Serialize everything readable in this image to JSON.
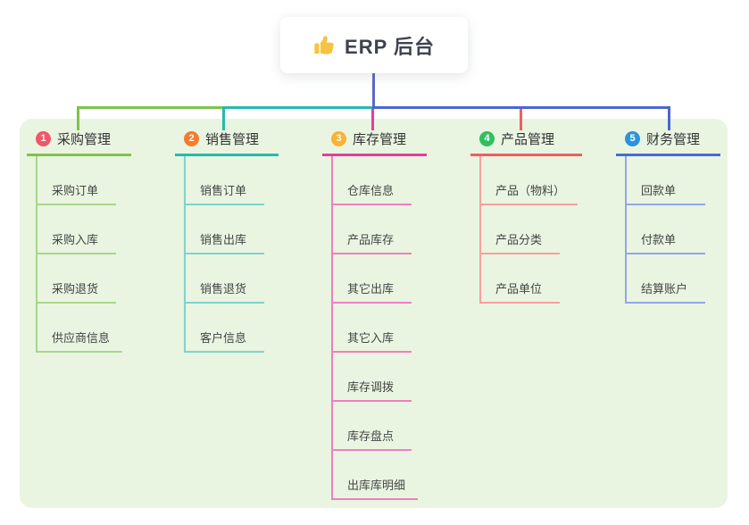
{
  "root": {
    "label": "ERP 后台",
    "icon": "thumbs-up-icon"
  },
  "canvas": {
    "background": "#ffffff",
    "panel_background": "#e9f5e1"
  },
  "connector_colors": {
    "root_drop": "#5b67c8",
    "bus_right": "#4b66d2"
  },
  "branches": [
    {
      "badge": "1",
      "title": "采购管理",
      "badge_color": "#f2566b",
      "line_color": "#82c14e",
      "child_line_color": "#a8d68b",
      "children": [
        "采购订单",
        "采购入库",
        "采购退货",
        "供应商信息"
      ]
    },
    {
      "badge": "2",
      "title": "销售管理",
      "badge_color": "#f57b31",
      "line_color": "#27b9ae",
      "child_line_color": "#7fd3cb",
      "children": [
        "销售订单",
        "销售出库",
        "销售退货",
        "客户信息"
      ]
    },
    {
      "badge": "3",
      "title": "库存管理",
      "badge_color": "#f9b234",
      "line_color": "#e63c9c",
      "child_line_color": "#f07fc0",
      "children": [
        "仓库信息",
        "产品库存",
        "其它出库",
        "其它入库",
        "库存调拨",
        "库存盘点",
        "出库库明细"
      ]
    },
    {
      "badge": "4",
      "title": "产品管理",
      "badge_color": "#30bf60",
      "line_color": "#f15e5e",
      "child_line_color": "#f7a0a0",
      "children": [
        "产品（物料）",
        "产品分类",
        "产品单位"
      ]
    },
    {
      "badge": "5",
      "title": "财务管理",
      "badge_color": "#2b93db",
      "line_color": "#4b6bd5",
      "child_line_color": "#8fa8e5",
      "children": [
        "回款单",
        "付款单",
        "结算账户"
      ]
    }
  ]
}
